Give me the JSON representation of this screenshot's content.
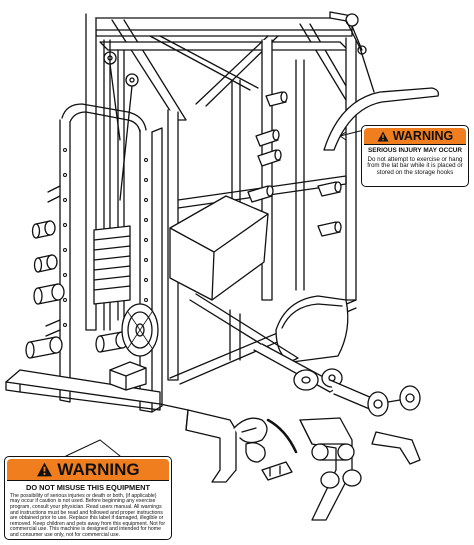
{
  "warning_top": {
    "title": "WARNING",
    "subtitle": "SERIOUS INJURY MAY OCCUR",
    "body": "Do not attempt to exercise or hang from the lat bar while it is placed or stored on the storage hooks",
    "header_color": "#f07d1e"
  },
  "warning_bottom": {
    "title": "WARNING",
    "subtitle": "DO NOT MISUSE THIS EQUIPMENT",
    "body": "The possibility of serious injuries or death or both, (if applicable) may occur if caution is not used. Before beginning any exercise program, consult your physician. Read users manual. All warnings and instructions must be read and followed and proper instructions are obtained prior to use. Replace this label if damaged, illegible or removed. Keep children and pets away from this equipment. Not for commercial use. This machine is designed and intended for home and consumer use only, not for commercial use.",
    "header_color": "#f07d1e"
  },
  "drawing": {
    "subject": "home-gym-machine",
    "line_color": "#111111"
  }
}
